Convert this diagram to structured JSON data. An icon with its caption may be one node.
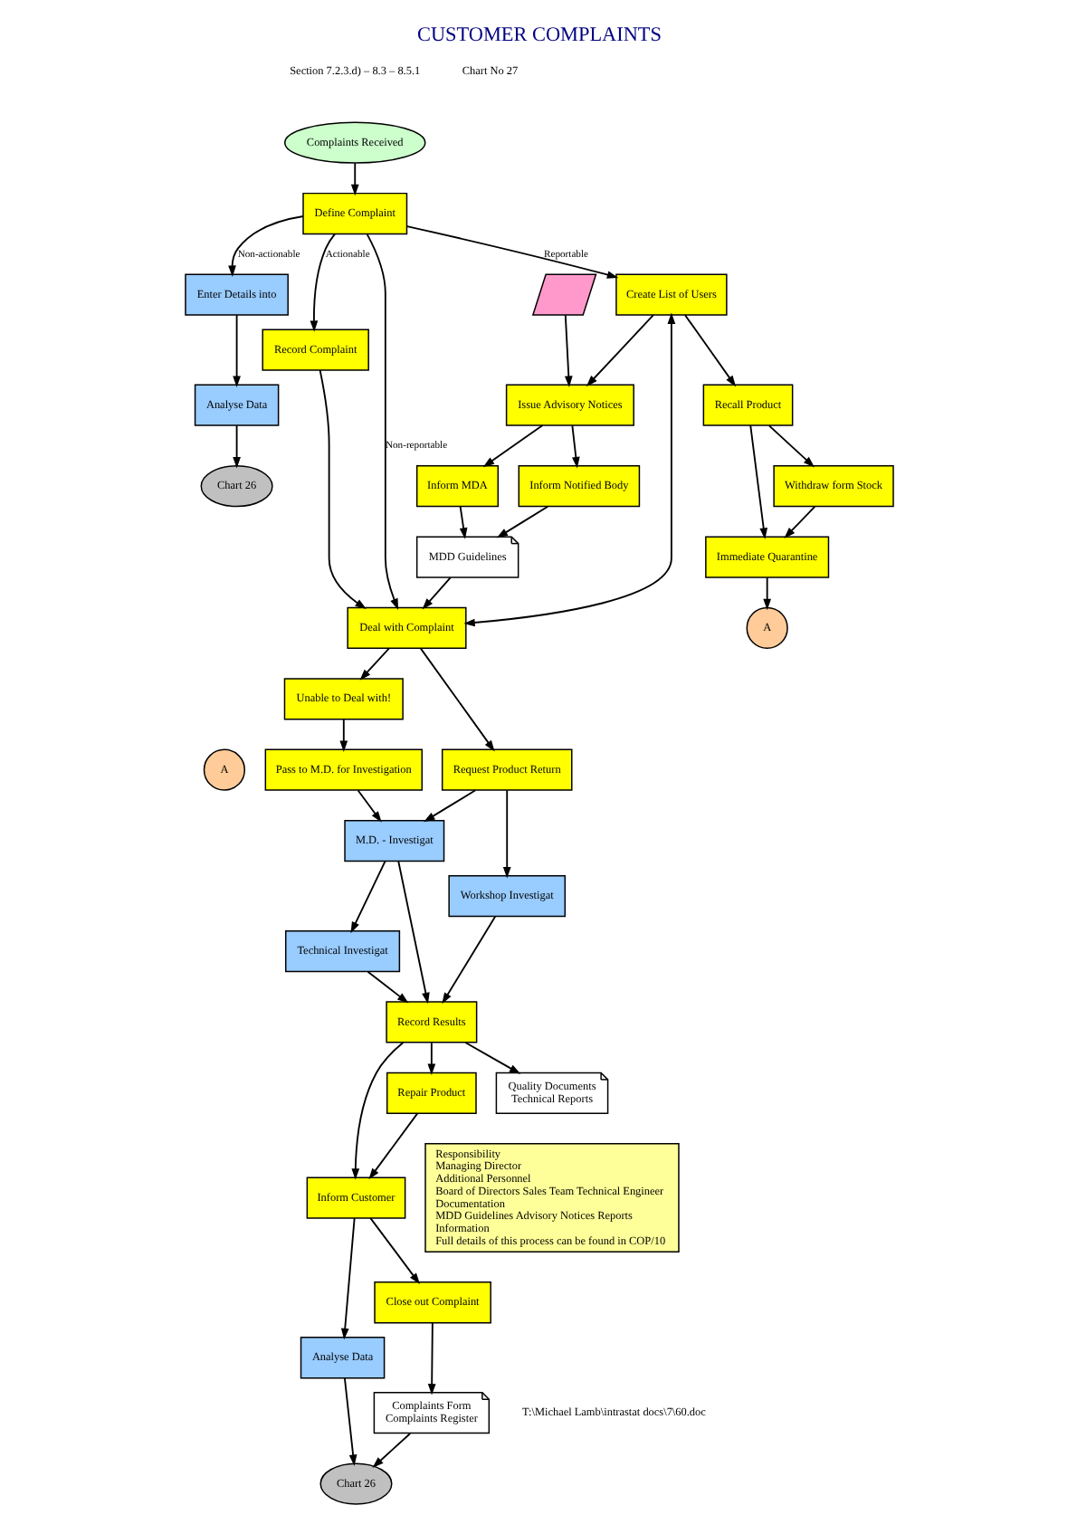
{
  "diagram": {
    "title": "CUSTOMER COMPLAINTS",
    "nodes": [
      {
        "text": [
          "Complaints Received"
        ]
      },
      {
        "text": [
          "Define Complaint"
        ]
      },
      {
        "text": [
          "Enter Details into"
        ]
      },
      {
        "text": [
          "Analyse Data"
        ]
      },
      {
        "text": [
          "Chart 26"
        ]
      },
      {
        "text": [
          "Record Complaint"
        ]
      },
      {
        "text": [
          "Create List of Users"
        ]
      },
      {
        "text": [
          "Deal with Complaint"
        ]
      },
      {
        "text": [],
        "shape": "parallelogram"
      },
      {
        "text": [
          "Issue Advisory Notices"
        ]
      },
      {
        "text": [
          "Unable to Deal with!"
        ]
      },
      {
        "text": [
          "Pass to M.D. for Investigation"
        ]
      },
      {
        "text": [
          "A"
        ]
      },
      {
        "text": [
          "Inform MDA"
        ]
      },
      {
        "text": [
          "Inform Notified Body"
        ]
      },
      {
        "text": [
          "Request Product Return"
        ]
      },
      {
        "text": [
          "M.D. - Investigat"
        ]
      },
      {
        "text": [
          "Workshop Investigat"
        ]
      },
      {
        "text": [
          "Technical Investigat"
        ]
      },
      {
        "text": [
          "MDD Guidelines"
        ]
      },
      {
        "text": [
          "Recall Product"
        ]
      },
      {
        "text": [
          "Repair Product"
        ]
      },
      {
        "text": [
          "Record Results"
        ]
      },
      {
        "text": [
          "Quality Documents",
          "Technical Reports"
        ]
      },
      {
        "text": [
          "Immediate Quarantine"
        ]
      },
      {
        "text": [
          "Withdraw form Stock"
        ]
      },
      {
        "text": [
          "Inform Customer"
        ]
      },
      {
        "text": [
          "A"
        ]
      },
      {
        "text": [
          "Analyse Data"
        ]
      },
      {
        "text": [
          "Chart 26"
        ]
      },
      {
        "text": [
          "Close out Complaint"
        ]
      },
      {
        "text": [
          "Complaints Form",
          "Complaints Register"
        ]
      },
      {
        "text": [
          "Responsibility",
          "Managing Director",
          "Additional Personnel",
          "Board of Directors Sales Team Technical Engineer",
          "Documentation",
          "MDD Guidelines Advisory Notices Reports",
          "Information",
          "Full details of this process can be found in COP/10"
        ]
      }
    ],
    "edges": [
      {
        "from": 0,
        "to": 1,
        "arrow": "to"
      },
      {
        "from": 1,
        "to": 2,
        "arrow": "to",
        "label": "Non-actionable"
      },
      {
        "from": 2,
        "to": 3,
        "arrow": "to"
      },
      {
        "from": 3,
        "to": 4,
        "arrow": "to"
      },
      {
        "from": 1,
        "to": 5,
        "arrow": "to",
        "label": "Actionable"
      },
      {
        "from": 1,
        "to": 6,
        "arrow": "to",
        "label": "Reportable"
      },
      {
        "from": 1,
        "to": 7,
        "arrow": "to",
        "label": "Non-reportable"
      },
      {
        "from": 5,
        "to": 7,
        "arrow": "to"
      },
      {
        "from": 6,
        "to": 7,
        "arrow": "both"
      },
      {
        "from": 6,
        "to": 9,
        "arrow": "to"
      },
      {
        "from": 8,
        "to": 9,
        "arrow": "to"
      },
      {
        "from": 9,
        "to": 13,
        "arrow": "to"
      },
      {
        "from": 9,
        "to": 14,
        "arrow": "to"
      },
      {
        "from": 13,
        "to": 19,
        "arrow": "to"
      },
      {
        "from": 14,
        "to": 19,
        "arrow": "to"
      },
      {
        "from": 19,
        "to": 7,
        "arrow": "to"
      },
      {
        "from": 6,
        "to": 20,
        "arrow": "to"
      },
      {
        "from": 7,
        "to": 10,
        "arrow": "to"
      },
      {
        "from": 7,
        "to": 15,
        "arrow": "to"
      },
      {
        "from": 10,
        "to": 11,
        "arrow": "to"
      },
      {
        "from": 11,
        "to": 16,
        "arrow": "to"
      },
      {
        "from": 15,
        "to": 16,
        "arrow": "to"
      },
      {
        "from": 15,
        "to": 17,
        "arrow": "to"
      },
      {
        "from": 16,
        "to": 18,
        "arrow": "to"
      },
      {
        "from": 16,
        "to": 22,
        "arrow": "to"
      },
      {
        "from": 17,
        "to": 22,
        "arrow": "to"
      },
      {
        "from": 18,
        "to": 22,
        "arrow": "to"
      },
      {
        "from": 22,
        "to": 21,
        "arrow": "to"
      },
      {
        "from": 22,
        "to": 23,
        "arrow": "to"
      },
      {
        "from": 22,
        "to": 26,
        "arrow": "to"
      },
      {
        "from": 21,
        "to": 26,
        "arrow": "to"
      },
      {
        "from": 20,
        "to": 24,
        "arrow": "to"
      },
      {
        "from": 20,
        "to": 25,
        "arrow": "to"
      },
      {
        "from": 25,
        "to": 24,
        "arrow": "to"
      },
      {
        "from": 24,
        "to": 27,
        "arrow": "to"
      },
      {
        "from": 26,
        "to": 28,
        "arrow": "to"
      },
      {
        "from": 26,
        "to": 30,
        "arrow": "to"
      },
      {
        "from": 28,
        "to": 29,
        "arrow": "to"
      },
      {
        "from": 30,
        "to": 31,
        "arrow": "to"
      },
      {
        "from": 31,
        "to": 29,
        "arrow": "to"
      }
    ],
    "labels": [
      "Section 7.2.3.d) – 8.3 – 8.5.1",
      "Chart No 27",
      "T:\\Michael Lamb\\intrastat docs\\7\\60.doc"
    ]
  }
}
